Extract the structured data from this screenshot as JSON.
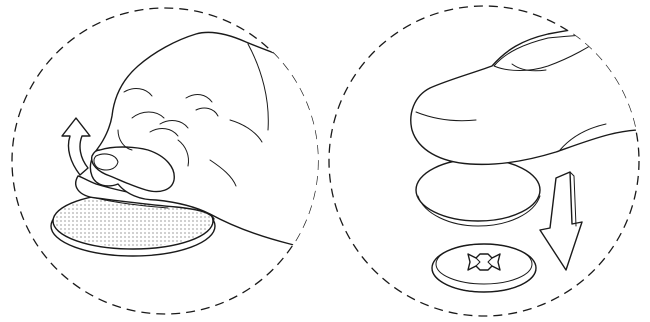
{
  "figure": {
    "panels": [
      {
        "id": "peel",
        "steps": [
          "pad-with-dotted-adhesive",
          "finger-peeling-backing",
          "curved-peel-arrow"
        ]
      },
      {
        "id": "press",
        "steps": [
          "finger-pressing-pad",
          "pad",
          "down-arrow",
          "snap-base-with-x-mark"
        ]
      }
    ],
    "colors": {
      "line": "#1a1a1a",
      "background": "#ffffff",
      "dots": "#1a1a1a"
    }
  }
}
